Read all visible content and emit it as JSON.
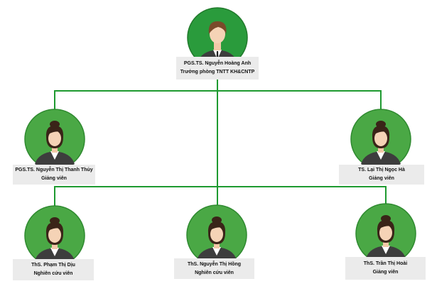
{
  "colors": {
    "line": "#1e9a30",
    "circle_top": "#2a9b3c",
    "circle": "#4aa845",
    "label_bg": "#ebebeb"
  },
  "nodes": {
    "root": {
      "name": "PGS.TS. Nguyễn Hoàng Anh",
      "role": "Trưởng phòng TNTT KH&CNTP",
      "icon": "male-avatar-icon"
    },
    "left": {
      "name": "PGS.TS. Nguyễn Thị Thanh Thủy",
      "role": "Giảng viên",
      "icon": "female-avatar-icon"
    },
    "right": {
      "name": "TS. Lại Thị Ngọc Hà",
      "role": "Giảng viên",
      "icon": "female-avatar-icon"
    },
    "bottom_left": {
      "name": "ThS. Phạm Thị Dịu",
      "role": "Nghiên cứu viên",
      "icon": "female-avatar-icon"
    },
    "bottom_center": {
      "name": "ThS. Nguyễn Thị Hồng",
      "role": "Nghiên cứu viên",
      "icon": "female-avatar-icon"
    },
    "bottom_right": {
      "name": "ThS. Trần Thị Hoài",
      "role": "Giảng viên",
      "icon": "female-avatar-icon"
    }
  }
}
